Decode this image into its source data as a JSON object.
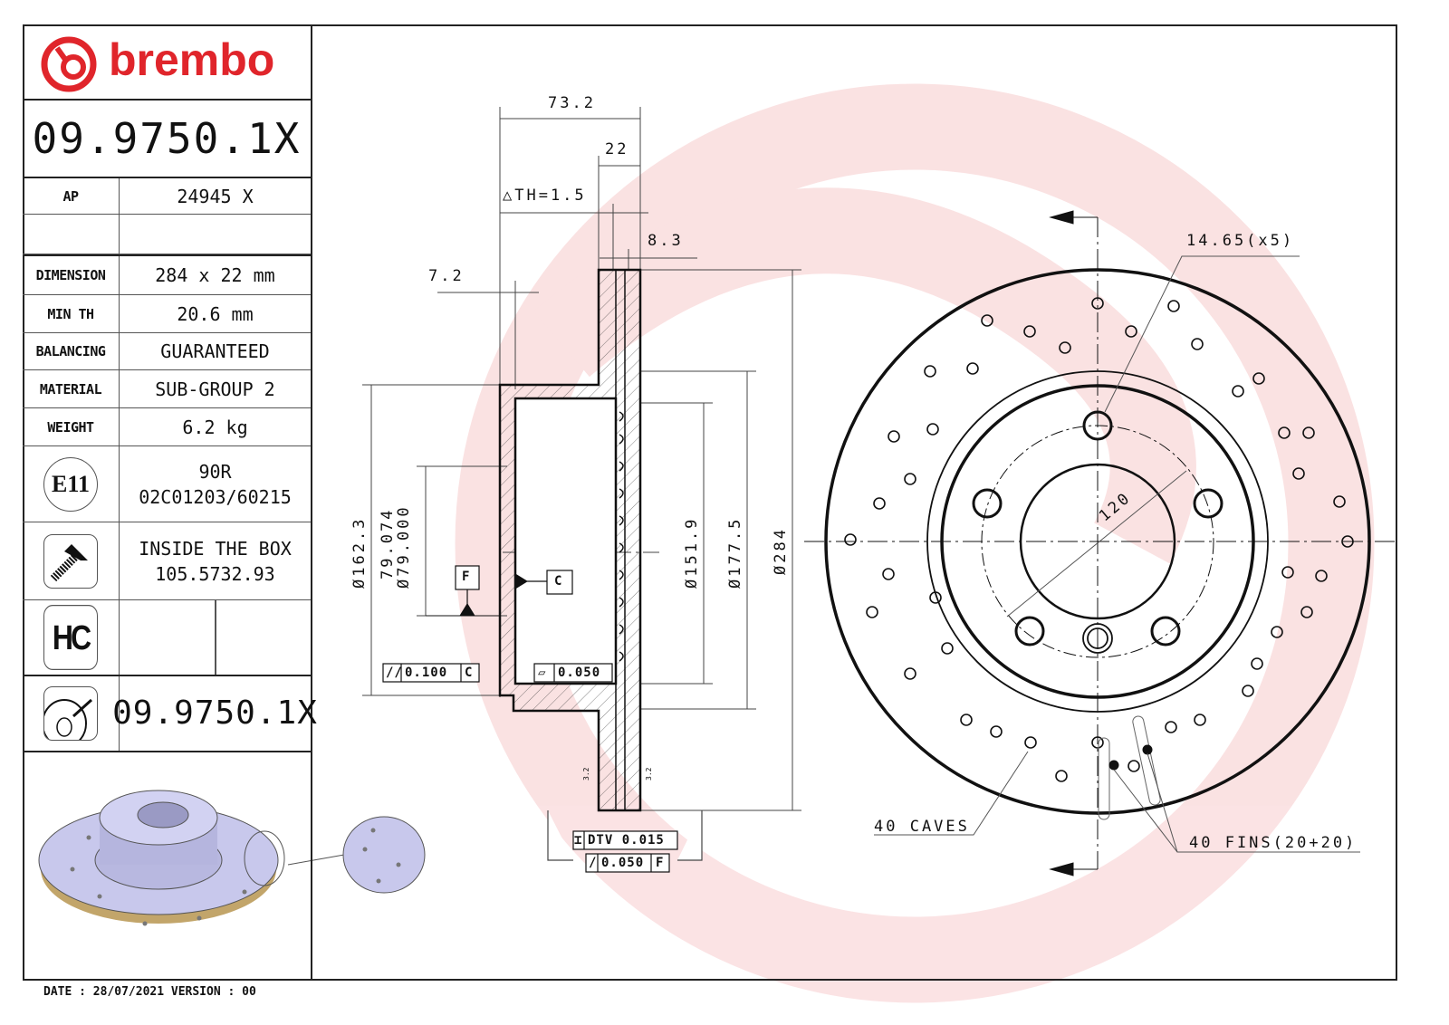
{
  "brand": {
    "name": "brembo",
    "color": "#e0252b"
  },
  "part_number": "09.9750.1X",
  "spec_table": {
    "rows": [
      {
        "label": "AP",
        "value": "24945 X"
      },
      {
        "label": "",
        "value": ""
      },
      {
        "label": "DIMENSION",
        "value": "284 x 22 mm"
      },
      {
        "label": "MIN TH",
        "value": "20.6 mm"
      },
      {
        "label": "BALANCING",
        "value": "GUARANTEED"
      },
      {
        "label": "MATERIAL",
        "value": "SUB-GROUP 2"
      },
      {
        "label": "WEIGHT",
        "value": "6.2 kg"
      }
    ],
    "homologation": {
      "icon": "E11",
      "line1": "90R",
      "line2": "02C01203/60215"
    },
    "screw": {
      "icon": "screw-icon",
      "line1": "INSIDE THE BOX",
      "line2": "105.5732.93"
    },
    "hc": {
      "icon": "HC"
    },
    "disc_ref": {
      "icon": "disc-marking-icon",
      "value": "09.9750.1X"
    }
  },
  "footer": {
    "date_text": "DATE : 28/07/2021 VERSION : 00"
  },
  "section_view": {
    "dims": {
      "overall_height": "73.2",
      "thickness": "22",
      "delta_th": "△TH=1.5",
      "vent_gap": "8.3",
      "hat_wall": "7.2",
      "d_162": "Ø162.3",
      "d_79_upper": "79.074",
      "d_79_lower": "Ø79.000",
      "d_151": "Ø151.9",
      "d_177": "Ø177.5",
      "d_284": "Ø284"
    },
    "datums": {
      "f": "F",
      "c": "C"
    },
    "tolerances": {
      "parallelism": {
        "symbol": "//",
        "value": "0.100",
        "datum": "C"
      },
      "flatness": {
        "symbol": "▱",
        "value": "0.050"
      },
      "dtv": {
        "symbol": "⌶",
        "value": "DTV 0.015"
      },
      "runout": {
        "symbol": "/",
        "value": "0.050",
        "datum": "F"
      }
    },
    "roughness": [
      "3.2",
      "3.2"
    ]
  },
  "front_view": {
    "bolt_hole": "14.65(x5)",
    "pcd": "120",
    "caves_label": "40 CAVES",
    "fins_label": "40 FINS(20+20)"
  }
}
